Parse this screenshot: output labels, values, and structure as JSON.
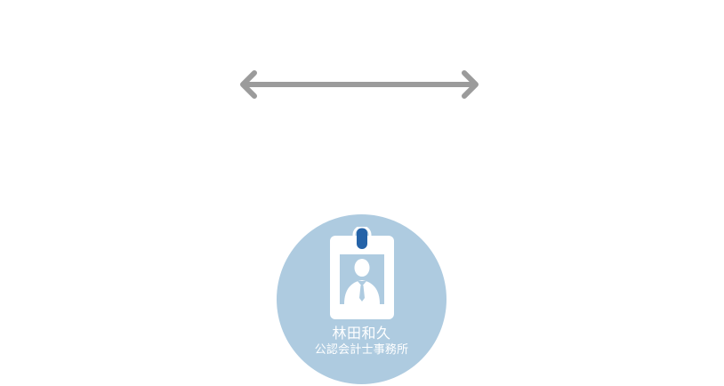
{
  "connector": {
    "icon": "double-headed-arrow",
    "color": "#9b9b9b"
  },
  "node": {
    "icon": "id-badge-person-icon",
    "circle_color": "#aecbe0",
    "badge_card_color": "#ffffff",
    "badge_clip_color": "#2563a8",
    "photo_color": "#aecbe0",
    "name": "林田和久",
    "subtitle": "公認会計士事務所"
  }
}
